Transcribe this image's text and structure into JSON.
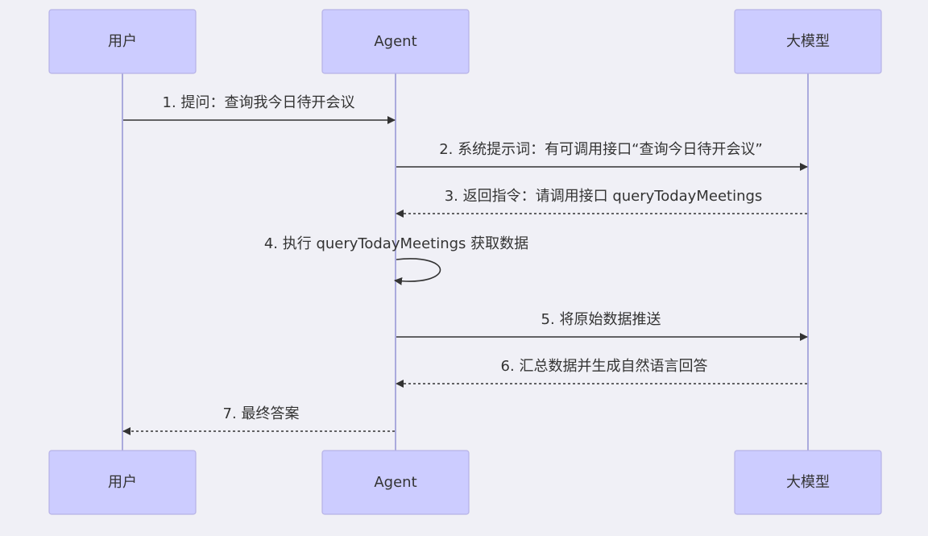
{
  "actors": [
    {
      "id": "user",
      "label": "用户"
    },
    {
      "id": "agent",
      "label": "Agent"
    },
    {
      "id": "llm",
      "label": "大模型"
    }
  ],
  "messages": [
    {
      "from": "user",
      "to": "agent",
      "style": "solid",
      "label": "1. 提问：查询我今日待开会议"
    },
    {
      "from": "agent",
      "to": "llm",
      "style": "solid",
      "label": "2. 系统提示词：有可调用接口“查询今日待开会议”"
    },
    {
      "from": "llm",
      "to": "agent",
      "style": "dashed",
      "label": "3. 返回指令：请调用接口 queryTodayMeetings"
    },
    {
      "from": "agent",
      "to": "agent",
      "style": "solid",
      "label": "4. 执行 queryTodayMeetings 获取数据"
    },
    {
      "from": "agent",
      "to": "llm",
      "style": "solid",
      "label": "5. 将原始数据推送"
    },
    {
      "from": "llm",
      "to": "agent",
      "style": "dashed",
      "label": "6. 汇总数据并生成自然语言回答"
    },
    {
      "from": "agent",
      "to": "user",
      "style": "dashed",
      "label": "7. 最终答案"
    }
  ]
}
